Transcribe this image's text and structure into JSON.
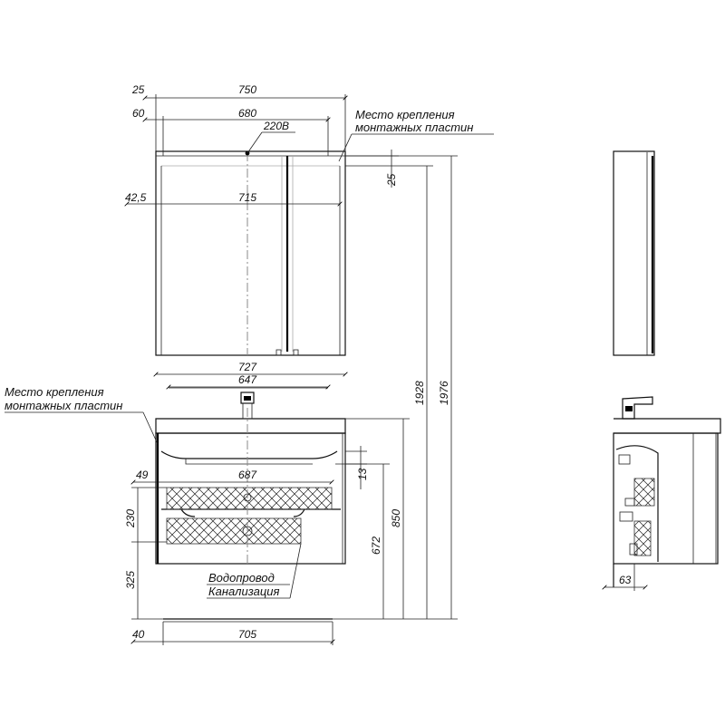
{
  "dimensions": {
    "top_offset_25": "25",
    "mirror_width_750": "750",
    "offset_60": "60",
    "mount_680": "680",
    "power_220v": "220В",
    "side_25": "25",
    "offset_42_5": "42,5",
    "width_715": "715",
    "basin_727": "727",
    "basin_647": "647",
    "offset_49": "49",
    "width_687": "687",
    "height_13": "13",
    "height_230": "230",
    "height_850": "850",
    "height_672": "672",
    "height_325": "325",
    "height_1928": "1928",
    "height_1976": "1976",
    "offset_40": "40",
    "width_705": "705",
    "depth_63": "63"
  },
  "labels": {
    "mount_top_line1": "Место крепления",
    "mount_top_line2": "монтажных пластин",
    "mount_left_line1": "Место крепления",
    "mount_left_line2": "монтажных пластин",
    "water": "Водопровод",
    "sewer": "Канализация"
  }
}
